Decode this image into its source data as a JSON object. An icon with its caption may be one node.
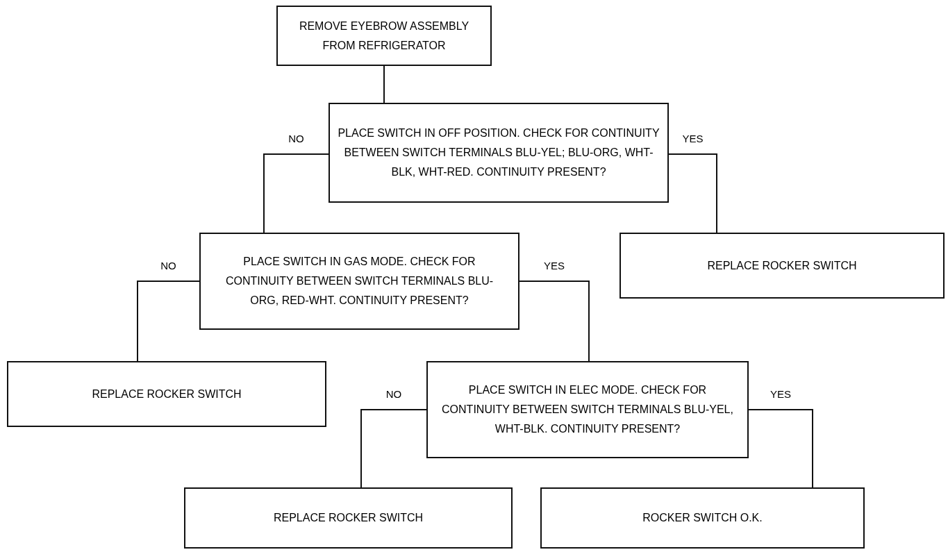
{
  "diagram": {
    "nodes": [
      {
        "text": [
          "REMOVE EYEBROW ASSEMBLY FROM REFRIGERATOR"
        ]
      },
      {
        "text": [
          "PLACE SWITCH IN OFF POSITION. CHECK FOR CONTINUITY BETWEEN SWITCH TERMINALS BLU-YEL; BLU-ORG, WHT-BLK, WHT-RED. CONTINUITY PRESENT?"
        ]
      },
      {
        "text": [
          "PLACE SWITCH IN GAS MODE. CHECK FOR CONTINUITY BETWEEN SWITCH TERMINALS BLU-ORG, RED-WHT. CONTINUITY PRESENT?"
        ]
      },
      {
        "text": [
          "REPLACE ROCKER SWITCH"
        ]
      },
      {
        "text": [
          "REPLACE ROCKER SWITCH"
        ]
      },
      {
        "text": [
          "PLACE SWITCH IN ELEC MODE. CHECK FOR CONTINUITY BETWEEN SWITCH TERMINALS BLU-YEL, WHT-BLK. CONTINUITY PRESENT?"
        ]
      },
      {
        "text": [
          "REPLACE ROCKER SWITCH"
        ]
      },
      {
        "text": [
          "ROCKER SWITCH O.K."
        ]
      }
    ],
    "edges": [
      {
        "from": 0,
        "to": 1,
        "arrow": "none"
      },
      {
        "from": 1,
        "to": 2,
        "arrow": "none",
        "label": "NO"
      },
      {
        "from": 1,
        "to": 3,
        "arrow": "none",
        "label": "YES"
      },
      {
        "from": 2,
        "to": 4,
        "arrow": "none",
        "label": "NO"
      },
      {
        "from": 2,
        "to": 5,
        "arrow": "none",
        "label": "YES"
      },
      {
        "from": 5,
        "to": 6,
        "arrow": "none",
        "label": "NO"
      },
      {
        "from": 5,
        "to": 7,
        "arrow": "none",
        "label": "YES"
      }
    ]
  }
}
